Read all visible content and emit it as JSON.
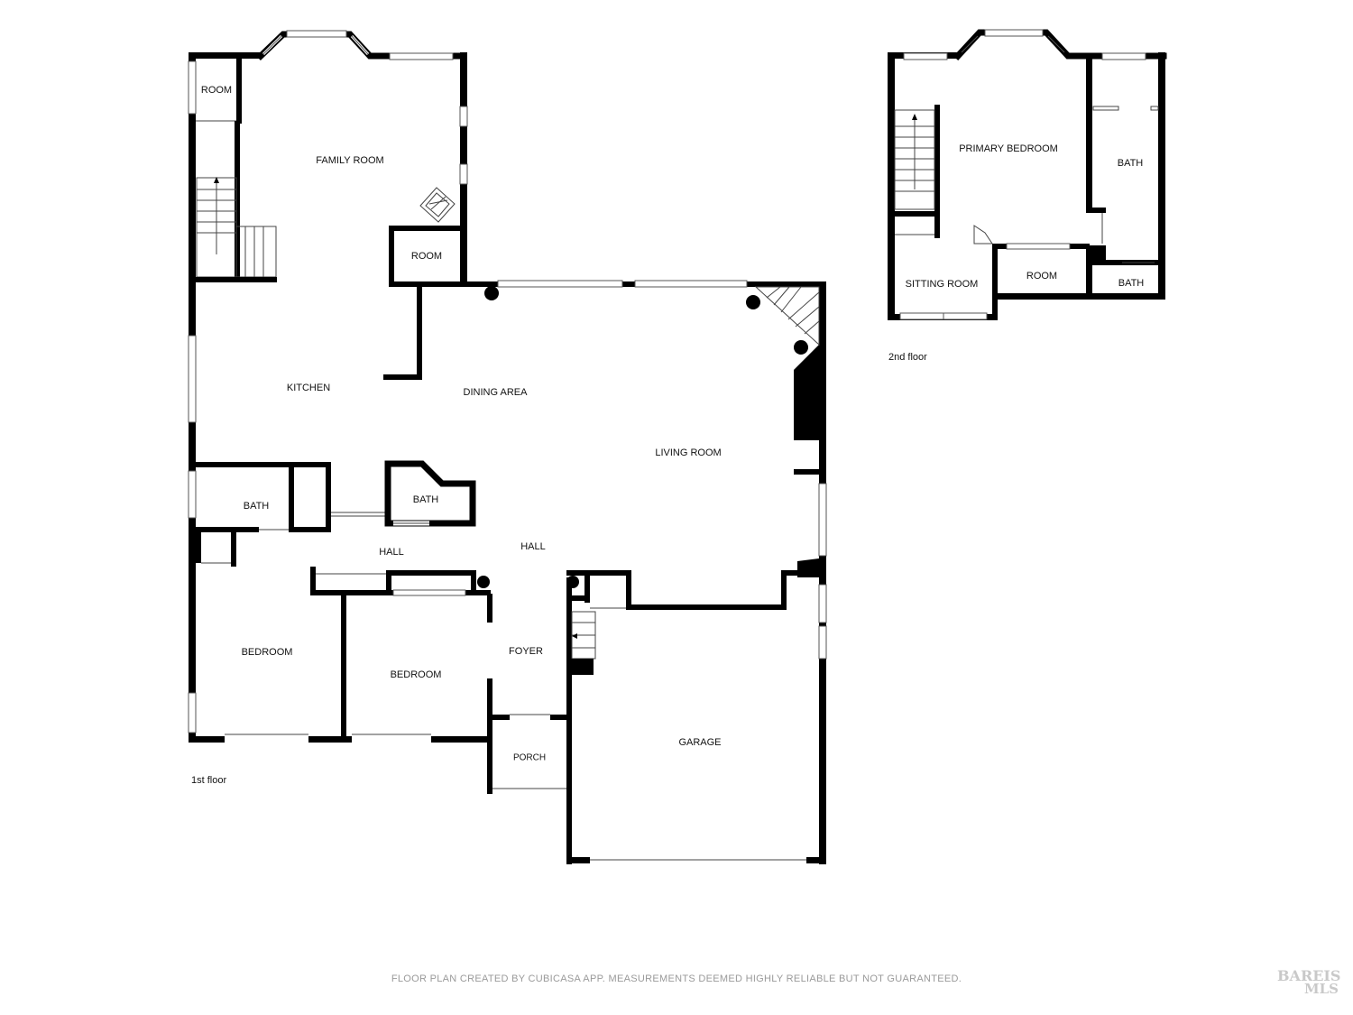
{
  "plan": {
    "floor1_label": "1st floor",
    "floor2_label": "2nd floor",
    "rooms_floor1": [
      {
        "id": "room-small",
        "label": "ROOM"
      },
      {
        "id": "family-room",
        "label": "FAMILY ROOM"
      },
      {
        "id": "room-closet",
        "label": "ROOM"
      },
      {
        "id": "kitchen",
        "label": "KITCHEN"
      },
      {
        "id": "dining-area",
        "label": "DINING AREA"
      },
      {
        "id": "living-room",
        "label": "LIVING ROOM"
      },
      {
        "id": "bath-left",
        "label": "BATH"
      },
      {
        "id": "bath-center",
        "label": "BATH"
      },
      {
        "id": "hall-left",
        "label": "HALL"
      },
      {
        "id": "hall-center",
        "label": "HALL"
      },
      {
        "id": "bedroom-left",
        "label": "BEDROOM"
      },
      {
        "id": "bedroom-center",
        "label": "BEDROOM"
      },
      {
        "id": "foyer",
        "label": "FOYER"
      },
      {
        "id": "porch",
        "label": "PORCH"
      },
      {
        "id": "garage",
        "label": "GARAGE"
      }
    ],
    "rooms_floor2": [
      {
        "id": "primary-bedroom",
        "label": "PRIMARY BEDROOM"
      },
      {
        "id": "bath-upper",
        "label": "BATH"
      },
      {
        "id": "sitting-room",
        "label": "SITTING ROOM"
      },
      {
        "id": "room-upper",
        "label": "ROOM"
      },
      {
        "id": "bath-lower",
        "label": "BATH"
      }
    ]
  },
  "footer": {
    "note": "FLOOR PLAN CREATED BY CUBICASA APP. MEASUREMENTS DEEMED HIGHLY RELIABLE BUT NOT GUARANTEED.",
    "watermark_line1": "BAREIS",
    "watermark_line2": "MLS"
  }
}
